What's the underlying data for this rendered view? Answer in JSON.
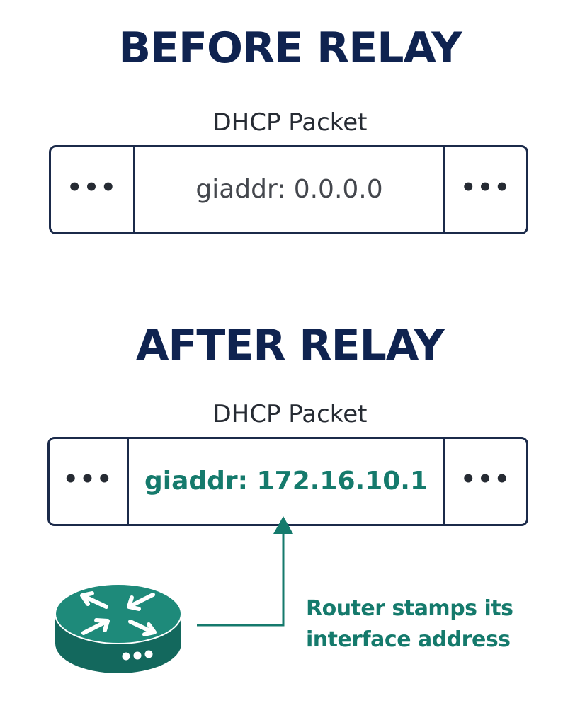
{
  "before": {
    "heading": "BEFORE RELAY",
    "packet_label": "DHCP Packet",
    "left_cell": "•••",
    "field": "giaddr: 0.0.0.0",
    "right_cell": "•••"
  },
  "after": {
    "heading": "AFTER RELAY",
    "packet_label": "DHCP Packet",
    "left_cell": "•••",
    "field": "giaddr: 172.16.10.1",
    "right_cell": "•••"
  },
  "annotation": {
    "line1": "Router stamps its",
    "line2": "interface address"
  },
  "icons": {
    "router": "router-icon"
  },
  "colors": {
    "heading": "#0f2350",
    "accent": "#157a6c",
    "router_top": "#1e8a7a",
    "router_side": "#13685d",
    "border": "#1b2a4a"
  }
}
